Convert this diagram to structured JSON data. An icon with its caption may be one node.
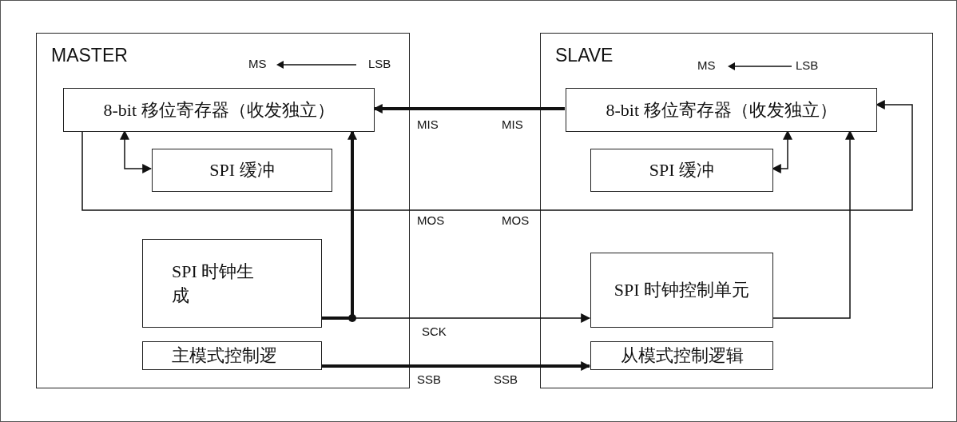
{
  "diagram": {
    "nodes": [
      {
        "text": [
          "MASTER"
        ]
      },
      {
        "text": [
          "8-bit 移位寄存器（收发独立）"
        ],
        "in": 0
      },
      {
        "text": [
          "SPI 缓冲"
        ],
        "in": 0
      },
      {
        "text": [
          "SPI 时钟生成"
        ],
        "in": 0
      },
      {
        "text": [
          "主模式控制逻"
        ],
        "in": 0
      },
      {
        "text": [
          "SLAVE"
        ]
      },
      {
        "text": [
          "8-bit 移位寄存器（收发独立）"
        ],
        "in": 5
      },
      {
        "text": [
          "SPI 缓冲"
        ],
        "in": 5
      },
      {
        "text": [
          "SPI 时钟控制单元"
        ],
        "in": 5
      },
      {
        "text": [
          "从模式控制逻辑"
        ],
        "in": 5
      }
    ],
    "edges": [
      {
        "from": 6,
        "to": 1,
        "arrow": "to",
        "style": "thick"
      },
      {
        "from": 1,
        "to": 2,
        "arrow": "both"
      },
      {
        "from": 1,
        "to": 6,
        "arrow": "to"
      },
      {
        "from": 3,
        "to": 1,
        "arrow": "to",
        "style": "thick"
      },
      {
        "from": 3,
        "to": 8,
        "arrow": "to"
      },
      {
        "from": 8,
        "to": 6,
        "arrow": "to"
      },
      {
        "from": 4,
        "to": 9,
        "arrow": "to",
        "style": "thick"
      },
      {
        "from": 6,
        "to": 7,
        "arrow": "both"
      }
    ],
    "labels": [
      "MS",
      "LSB",
      "MS",
      "LSB",
      "MIS",
      "MIS",
      "MOS",
      "MOS",
      "SCK",
      "SSB",
      "SSB"
    ]
  }
}
